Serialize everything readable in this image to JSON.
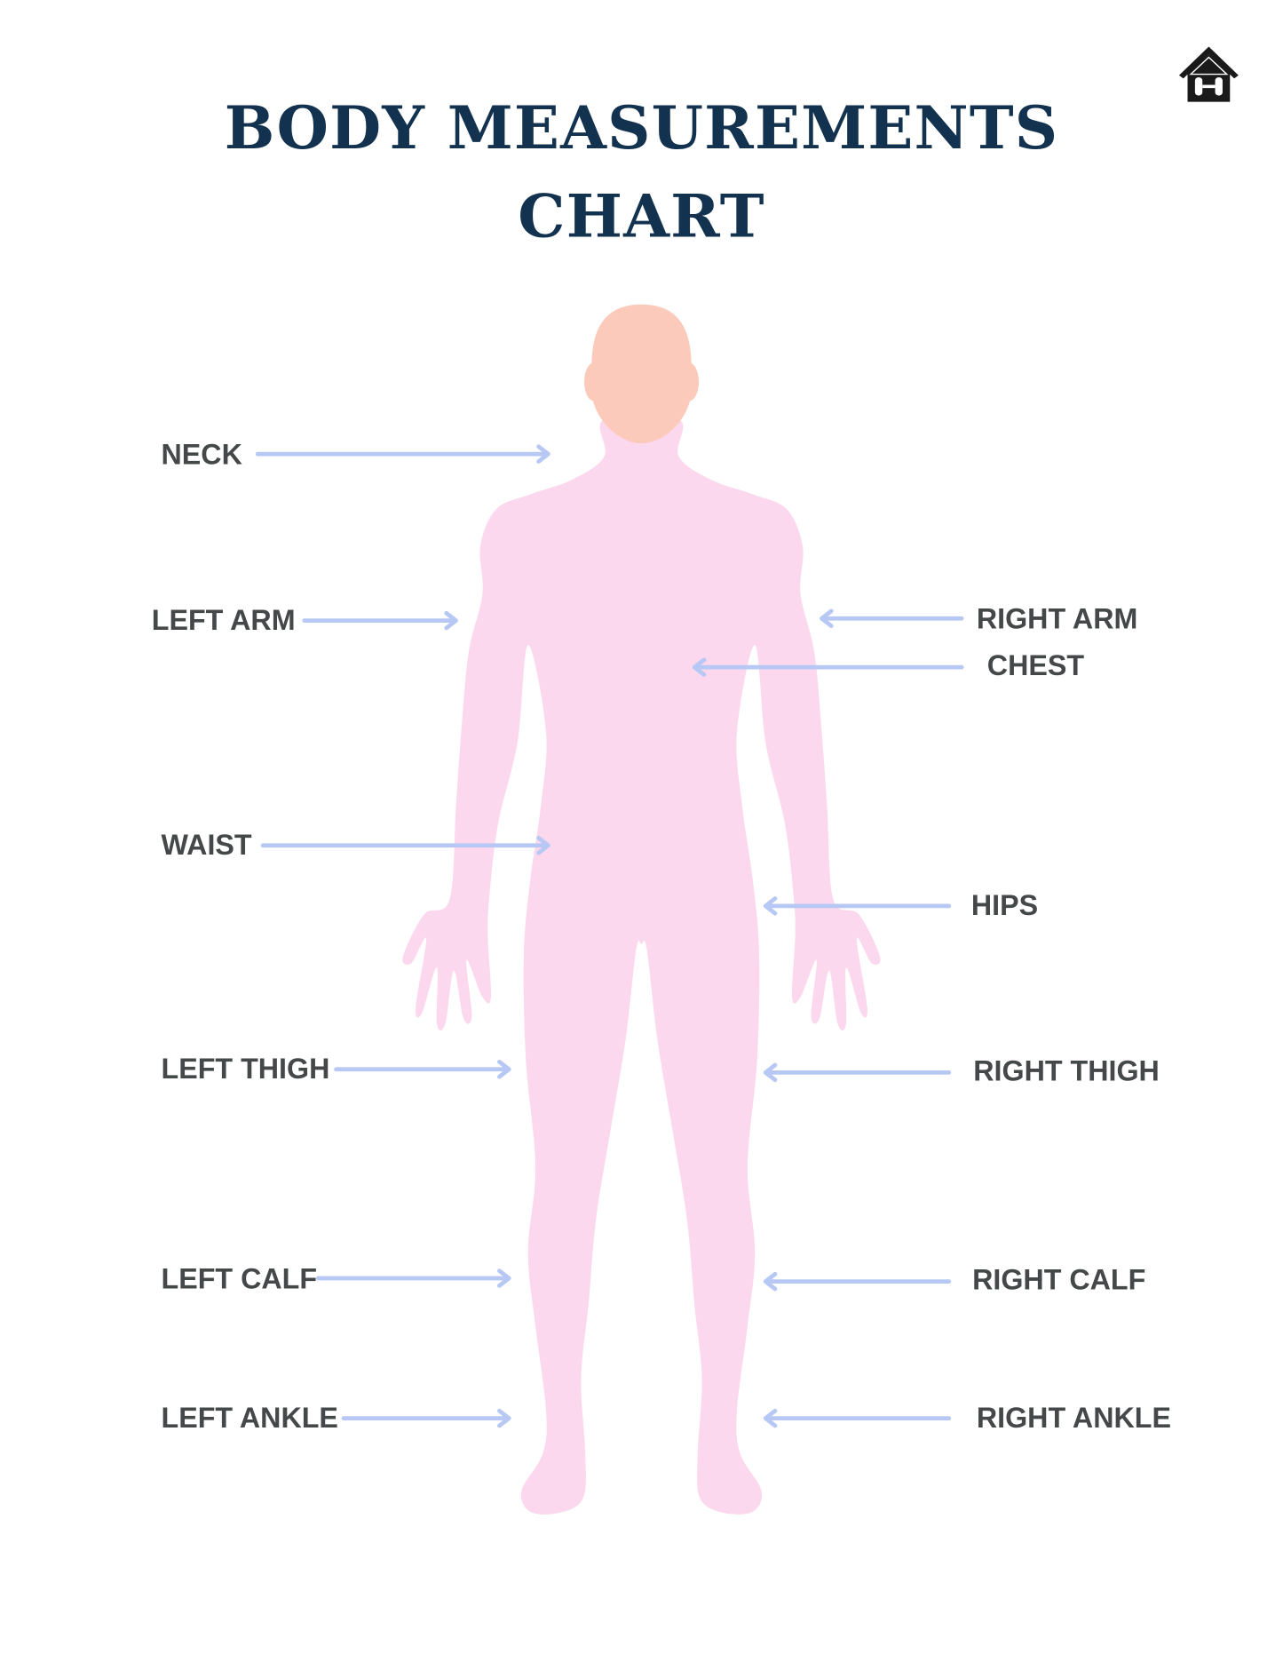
{
  "title": {
    "line1": "BODY MEASUREMENTS",
    "line2": "CHART"
  },
  "logo": {
    "icon": "house-dumbbell-icon"
  },
  "labels": {
    "neck": "NECK",
    "left_arm": "LEFT ARM",
    "right_arm": "RIGHT ARM",
    "chest": "CHEST",
    "waist": "WAIST",
    "hips": "HIPS",
    "left_thigh": "LEFT THIGH",
    "right_thigh": "RIGHT THIGH",
    "left_calf": "LEFT CALF",
    "right_calf": "RIGHT CALF",
    "left_ankle": "LEFT ANKLE",
    "right_ankle": "RIGHT ANKLE"
  },
  "colors": {
    "title": "#12324f",
    "label": "#444849",
    "arrow": "#b7c8f5",
    "body": "#fcd8ee",
    "head": "#fccabb"
  }
}
